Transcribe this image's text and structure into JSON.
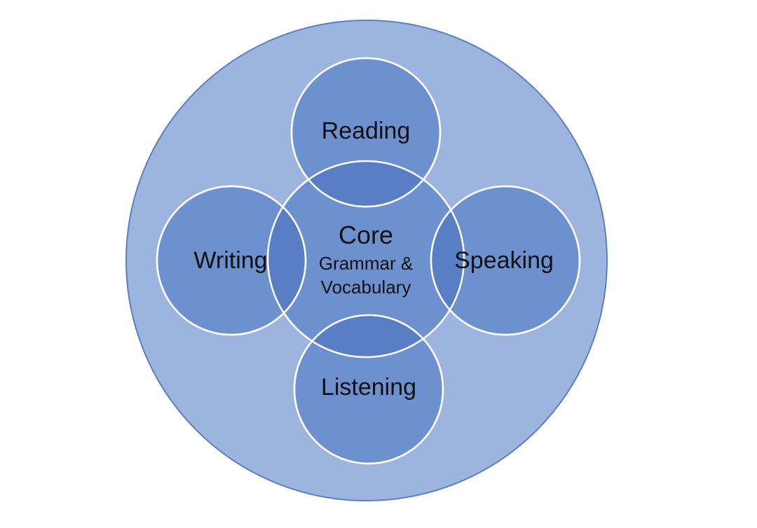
{
  "colors": {
    "outer_fill": "#9DB5DE",
    "outer_stroke": "#5B7FC0",
    "circle_fill": "#6D90CF",
    "circle_stroke": "#FFFFFF",
    "overlap_fill": "#5A7EC6"
  },
  "core": {
    "title": "Core",
    "subtitle_line1": "Grammar &",
    "subtitle_line2": "Vocabulary"
  },
  "skills": {
    "top": "Reading",
    "left": "Writing",
    "right": "Speaking",
    "bottom": "Listening"
  }
}
